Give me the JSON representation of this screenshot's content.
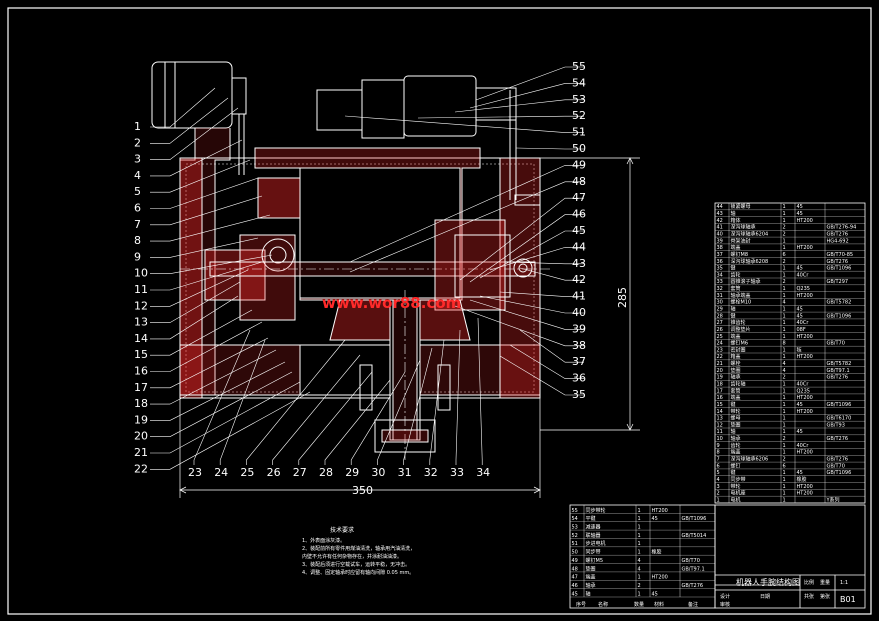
{
  "callouts_left": [
    "1",
    "2",
    "3",
    "4",
    "5",
    "6",
    "7",
    "8",
    "9",
    "10",
    "11",
    "12",
    "13",
    "14",
    "15",
    "16",
    "17",
    "18",
    "19",
    "20",
    "21",
    "22"
  ],
  "callouts_bottom": [
    "23",
    "24",
    "25",
    "26",
    "27",
    "28",
    "29",
    "30",
    "31",
    "32",
    "33",
    "34"
  ],
  "callouts_right": [
    "55",
    "54",
    "53",
    "52",
    "51",
    "50",
    "49",
    "48",
    "47",
    "46",
    "45",
    "44",
    "43",
    "42",
    "41",
    "40",
    "39",
    "38",
    "37",
    "36",
    "35"
  ],
  "dimensions": {
    "width": "350",
    "height": "285"
  },
  "watermark": "www.wor88.com",
  "tech_notes": {
    "title": "技术要求",
    "items": [
      "1、外表面涂灰漆。",
      "2、装配前所有零件用煤油清洗，轴承用汽油清洗，",
      "   内壁不允许有任何杂物存在，并涂耐油油漆。",
      "3、装配后须进行空载试车，运转平稳，无冲击。",
      "4、调整、固定轴承时应留有轴向间隙 0.05 mm。"
    ]
  },
  "title_block": {
    "drawing_title": "机器人手腕结构图",
    "drawing_no": "B01",
    "scale": "1:1",
    "labels": [
      "序号",
      "名称",
      "数量",
      "材料",
      "备注",
      "比例",
      "重量",
      "共张",
      "第张",
      "设计",
      "审核",
      "日期"
    ]
  },
  "parts_rows_right": [
    [
      "44",
      "锁紧螺母",
      "1",
      "45",
      ""
    ],
    [
      "43",
      "轴",
      "1",
      "45",
      ""
    ],
    [
      "42",
      "箱体",
      "1",
      "HT200",
      ""
    ],
    [
      "41",
      "深沟球轴承",
      "2",
      "",
      "GB/T276-94"
    ],
    [
      "40",
      "深沟球轴承6204",
      "2",
      "",
      "GB/T276"
    ],
    [
      "39",
      "骨架油封",
      "1",
      "",
      "HG4-692"
    ],
    [
      "38",
      "端盖",
      "1",
      "HT200",
      ""
    ],
    [
      "37",
      "螺钉M8",
      "6",
      "",
      "GB/T70-85"
    ],
    [
      "36",
      "深沟球轴承6208",
      "2",
      "",
      "GB/T276"
    ],
    [
      "35",
      "键",
      "1",
      "45",
      "GB/T1096"
    ],
    [
      "34",
      "齿轮",
      "1",
      "40Cr",
      ""
    ],
    [
      "33",
      "圆锥滚子轴承",
      "2",
      "",
      "GB/T297"
    ],
    [
      "32",
      "套筒",
      "1",
      "Q235",
      ""
    ],
    [
      "31",
      "轴承端盖",
      "1",
      "HT200",
      ""
    ],
    [
      "30",
      "螺栓M10",
      "4",
      "",
      "GB/T5782"
    ],
    [
      "29",
      "轴",
      "1",
      "45",
      ""
    ],
    [
      "28",
      "键",
      "1",
      "45",
      "GB/T1096"
    ],
    [
      "27",
      "锥齿轮",
      "1",
      "40Cr",
      ""
    ],
    [
      "26",
      "调整垫片",
      "1",
      "08F",
      ""
    ],
    [
      "25",
      "端盖",
      "1",
      "HT200",
      ""
    ],
    [
      "24",
      "螺钉M6",
      "8",
      "",
      "GB/T70"
    ],
    [
      "23",
      "密封圈",
      "1",
      "毡",
      ""
    ],
    [
      "22",
      "箱盖",
      "1",
      "HT200",
      ""
    ],
    [
      "21",
      "螺栓",
      "4",
      "",
      "GB/T5782"
    ],
    [
      "20",
      "垫圈",
      "4",
      "",
      "GB/T97.1"
    ],
    [
      "19",
      "轴承",
      "2",
      "",
      "GB/T276"
    ],
    [
      "18",
      "齿轮轴",
      "1",
      "40Cr",
      ""
    ],
    [
      "17",
      "套筒",
      "1",
      "Q235",
      ""
    ],
    [
      "16",
      "端盖",
      "1",
      "HT200",
      ""
    ],
    [
      "15",
      "键",
      "1",
      "45",
      "GB/T1096"
    ],
    [
      "14",
      "带轮",
      "1",
      "HT200",
      ""
    ],
    [
      "13",
      "螺母",
      "1",
      "",
      "GB/T6170"
    ],
    [
      "12",
      "垫圈",
      "1",
      "",
      "GB/T93"
    ],
    [
      "11",
      "轴",
      "1",
      "45",
      ""
    ],
    [
      "10",
      "轴承",
      "2",
      "",
      "GB/T276"
    ],
    [
      "9",
      "齿轮",
      "1",
      "40Cr",
      ""
    ],
    [
      "8",
      "端盖",
      "1",
      "HT200",
      ""
    ],
    [
      "7",
      "深沟球轴承6206",
      "2",
      "",
      "GB/T276"
    ],
    [
      "6",
      "螺钉",
      "6",
      "",
      "GB/T70"
    ],
    [
      "5",
      "键",
      "1",
      "45",
      "GB/T1096"
    ],
    [
      "4",
      "同步带",
      "1",
      "橡胶",
      ""
    ],
    [
      "3",
      "带轮",
      "1",
      "HT200",
      ""
    ],
    [
      "2",
      "电机座",
      "1",
      "HT200",
      ""
    ],
    [
      "1",
      "电机",
      "1",
      "",
      "Y系列"
    ]
  ],
  "parts_rows_bottom": [
    [
      "55",
      "同步带轮",
      "1",
      "HT200",
      ""
    ],
    [
      "54",
      "平键",
      "1",
      "45",
      "GB/T1096"
    ],
    [
      "53",
      "减速器",
      "1",
      "",
      ""
    ],
    [
      "52",
      "联轴器",
      "1",
      "",
      "GB/T5014"
    ],
    [
      "51",
      "步进电机",
      "1",
      "",
      ""
    ],
    [
      "50",
      "同步带",
      "1",
      "橡胶",
      ""
    ],
    [
      "49",
      "螺钉M5",
      "4",
      "",
      "GB/T70"
    ],
    [
      "48",
      "垫圈",
      "4",
      "",
      "GB/T97.1"
    ],
    [
      "47",
      "端盖",
      "1",
      "HT200",
      ""
    ],
    [
      "46",
      "轴承",
      "2",
      "",
      "GB/T276"
    ],
    [
      "45",
      "轴",
      "1",
      "45",
      ""
    ]
  ]
}
